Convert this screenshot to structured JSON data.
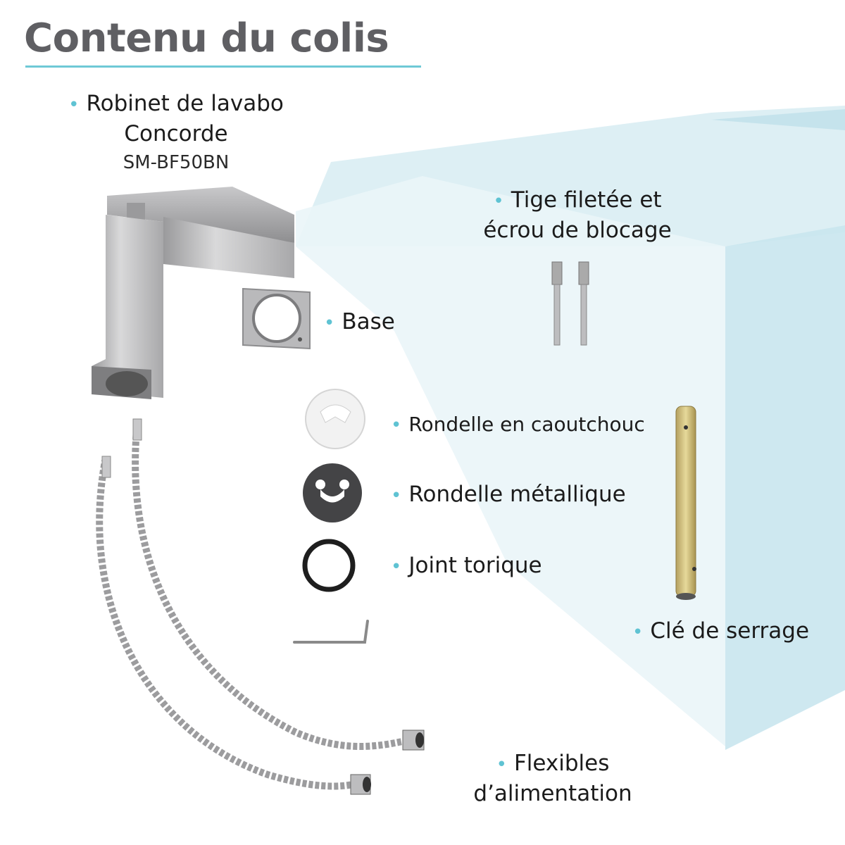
{
  "title": "Contenu du colis",
  "colors": {
    "accent": "#6ec9d6",
    "bullet": "#5fc3d3",
    "title": "#5f5f63",
    "box": "#cfe7ef"
  },
  "items": {
    "faucet": {
      "line1": "Robinet de lavabo",
      "line2": "Concorde",
      "model": "SM-BF50BN"
    },
    "rod": {
      "line1": "Tige filetée et",
      "line2": "écrou de blocage"
    },
    "base": {
      "label": "Base"
    },
    "rubber_washer": {
      "label": "Rondelle en caoutchouc"
    },
    "metal_washer": {
      "label": "Rondelle métallique"
    },
    "o_ring": {
      "label": "Joint torique"
    },
    "wrench": {
      "label": "Clé de serrage"
    },
    "hoses": {
      "line1": "Flexibles",
      "line2": "d’alimentation"
    }
  },
  "bullet_char": "•"
}
